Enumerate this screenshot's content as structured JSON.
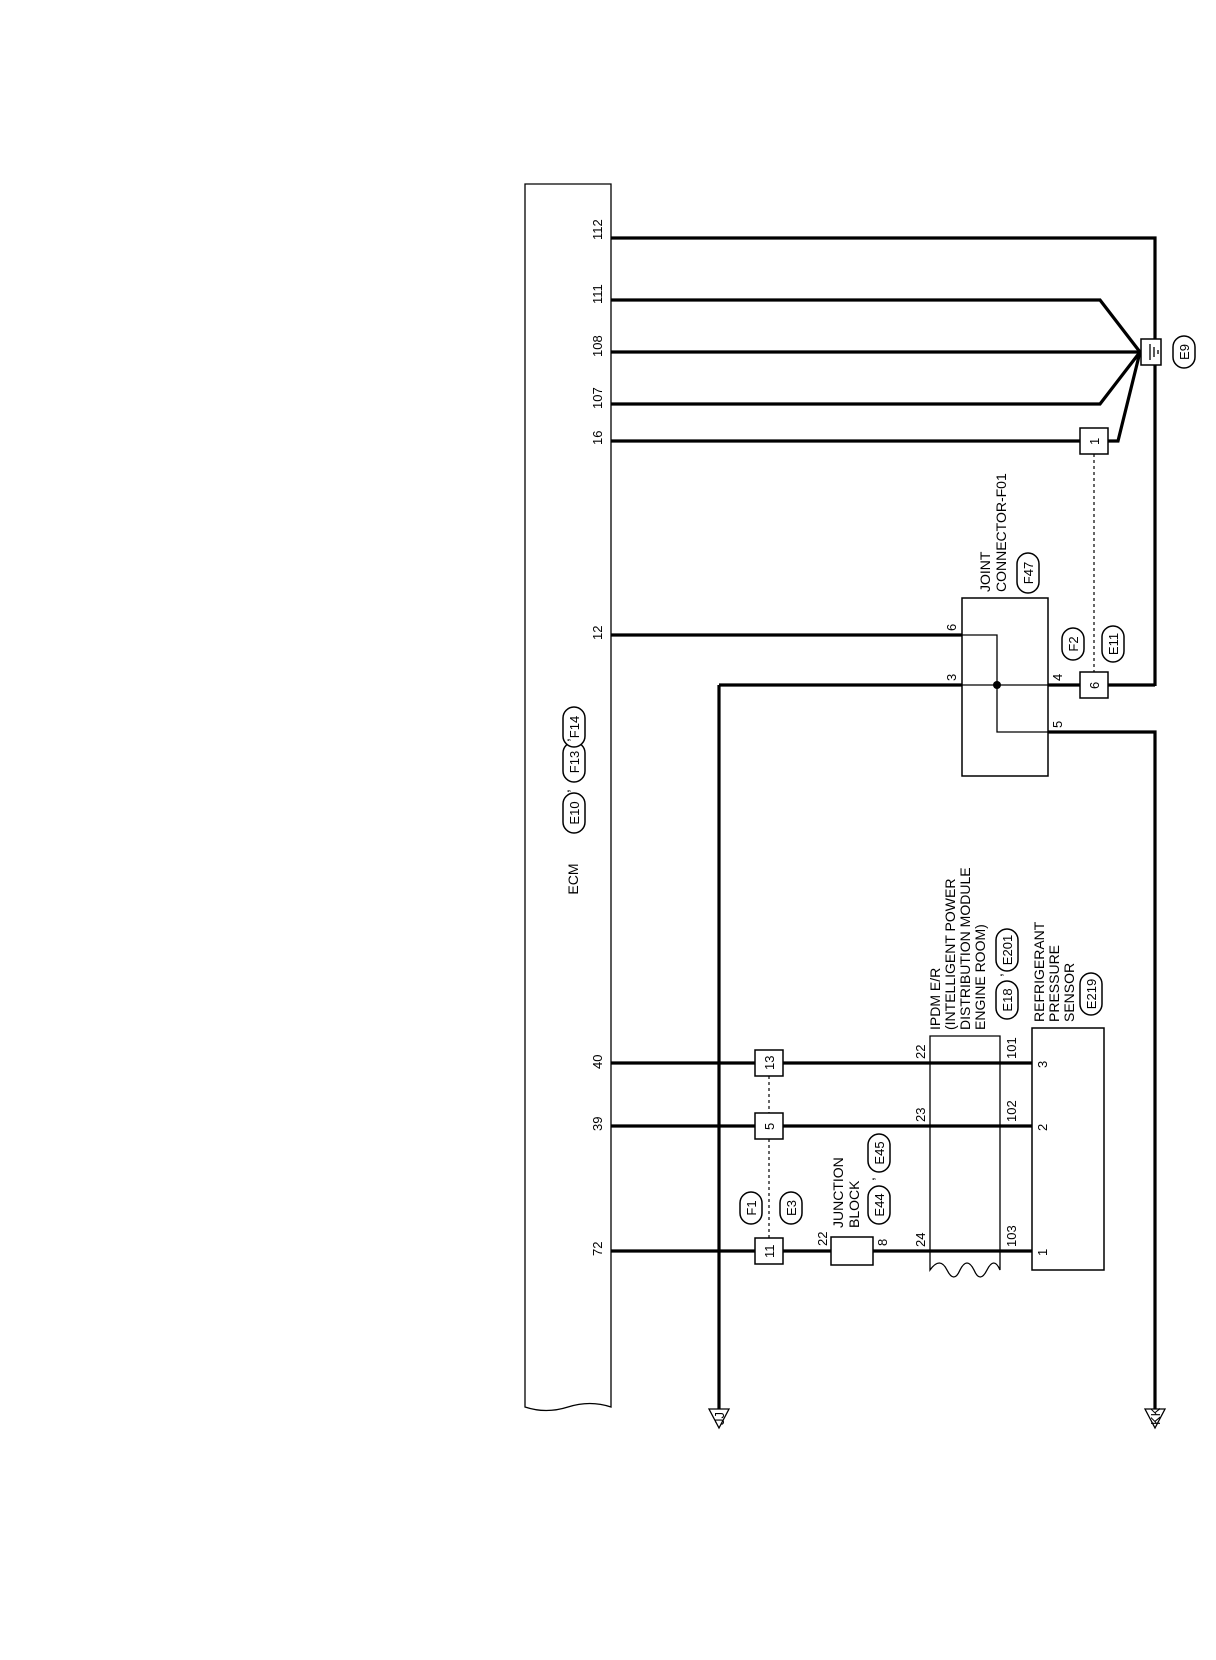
{
  "ecm": {
    "label": "ECM",
    "connectors": [
      "E10",
      "F13",
      "F14"
    ],
    "pins": [
      "112",
      "111",
      "108",
      "107",
      "16",
      "12",
      "40",
      "39",
      "72"
    ]
  },
  "ground": {
    "connector": "E9"
  },
  "joint_connector": {
    "label_lines": [
      "JOINT",
      "CONNECTOR-F01"
    ],
    "connector": "F47",
    "pins": [
      "6",
      "3",
      "4",
      "5"
    ]
  },
  "harness_connectors": {
    "f2_e11": {
      "top": "F2",
      "bottom": "E11",
      "terminal_a": "6",
      "terminal_b": "1"
    },
    "f1_e3": {
      "top": "F1",
      "bottom": "E3",
      "terminals": [
        "13",
        "5",
        "11"
      ]
    }
  },
  "junction_block": {
    "label_lines": [
      "JUNCTION",
      "BLOCK"
    ],
    "connectors": [
      "E44",
      "E45"
    ],
    "pins": [
      "22",
      "8"
    ]
  },
  "ipdm": {
    "label_lines": [
      "IPDM E/R",
      "(INTELLIGENT POWER",
      "DISTRIBUTION MODULE",
      "ENGINE ROOM)"
    ],
    "connectors": [
      "E18",
      "E201"
    ],
    "pins_in": [
      "22",
      "23",
      "24"
    ],
    "pins_out": [
      "101",
      "102",
      "103"
    ]
  },
  "sensor": {
    "label_lines": [
      "REFRIGERANT",
      "PRESSURE",
      "SENSOR"
    ],
    "connector": "E219",
    "pins": [
      "3",
      "2",
      "1"
    ]
  },
  "references": [
    "JJ",
    "KK"
  ]
}
